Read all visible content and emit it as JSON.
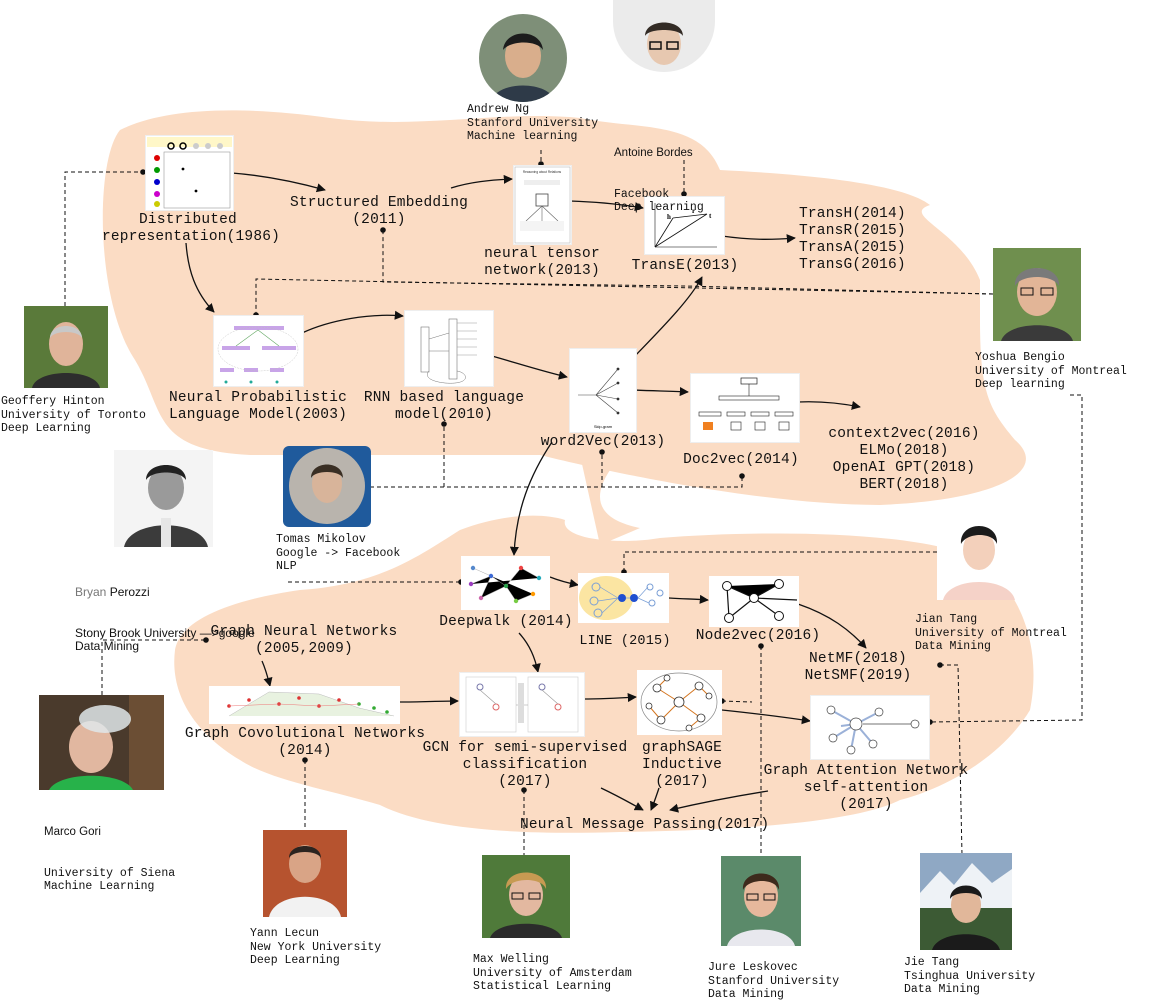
{
  "colors": {
    "region": "#fbdcc4",
    "edge": "#111111"
  },
  "nodes": {
    "distributed": "Distributed\nrepresentation(1986)",
    "structured": "Structured Embedding\n(2011)",
    "ntn": "neural tensor\nnetwork(2013)",
    "transe": "TransE(2013)",
    "transx": "TransH(2014)\nTransR(2015)\nTransA(2015)\nTransG(2016)",
    "nplm": "Neural Probabilistic\nLanguage Model(2003)",
    "rnnlm": "RNN based language\nmodel(2010)",
    "word2vec": "word2Vec(2013)",
    "doc2vec": "Doc2vec(2014)",
    "contextual": "context2vec(2016)\nELMo(2018)\nOpenAI GPT(2018)\nBERT(2018)",
    "deepwalk": "Deepwalk (2014)",
    "line": "LINE (2015)",
    "node2vec": "Node2vec(2016)",
    "netmf": "NetMF(2018)\nNetSMF(2019)",
    "gnn": "Graph Neural Networks\n(2005,2009)",
    "gcnconv": "Graph Covolutional Networks\n(2014)",
    "gcn": "GCN for semi-supervised\nclassification\n(2017)",
    "graphsage": "graphSAGE\nInductive\n(2017)",
    "gat": "Graph Attention Network\nself-attention\n(2017)",
    "mpnn": "Neural Message Passing(2017)"
  },
  "people": {
    "ng": "Andrew Ng\nStanford University\nMachine learning",
    "bordes_name": "Antoine Bordes",
    "bordes_rest": "Facebook\nDeep learning",
    "hinton": "Geoffery Hinton\nUniversity of Toronto\nDeep Learning",
    "bengio": "Yoshua Bengio\nUniversity of Montreal\nDeep learning",
    "perozzi_first": "Bryan",
    "perozzi_last": " Perozzi",
    "perozzi_rest": "Stony Brook University —>google\nData Mining",
    "mikolov": "Tomas Mikolov\nGoogle -> Facebook\nNLP",
    "jiantang": "Jian Tang\nUniversity of Montreal\nData Mining",
    "gori_name": "Marco Gori",
    "gori_rest": "University of Siena\nMachine Learning",
    "lecun": "Yann Lecun\nNew York University\nDeep Learning",
    "welling": "Max Welling\nUniversity of Amsterdam\nStatistical Learning",
    "leskovec": "Jure Leskovec\nStanford University\nData Mining",
    "jietang": "Jie Tang\nTsinghua University\nData Mining"
  },
  "figures": {
    "ntn_title": "Reasoning about Relations",
    "skipgram_caption": "Skip-gram",
    "transe_h": "h",
    "transe_r": "r",
    "transe_t": "t"
  }
}
